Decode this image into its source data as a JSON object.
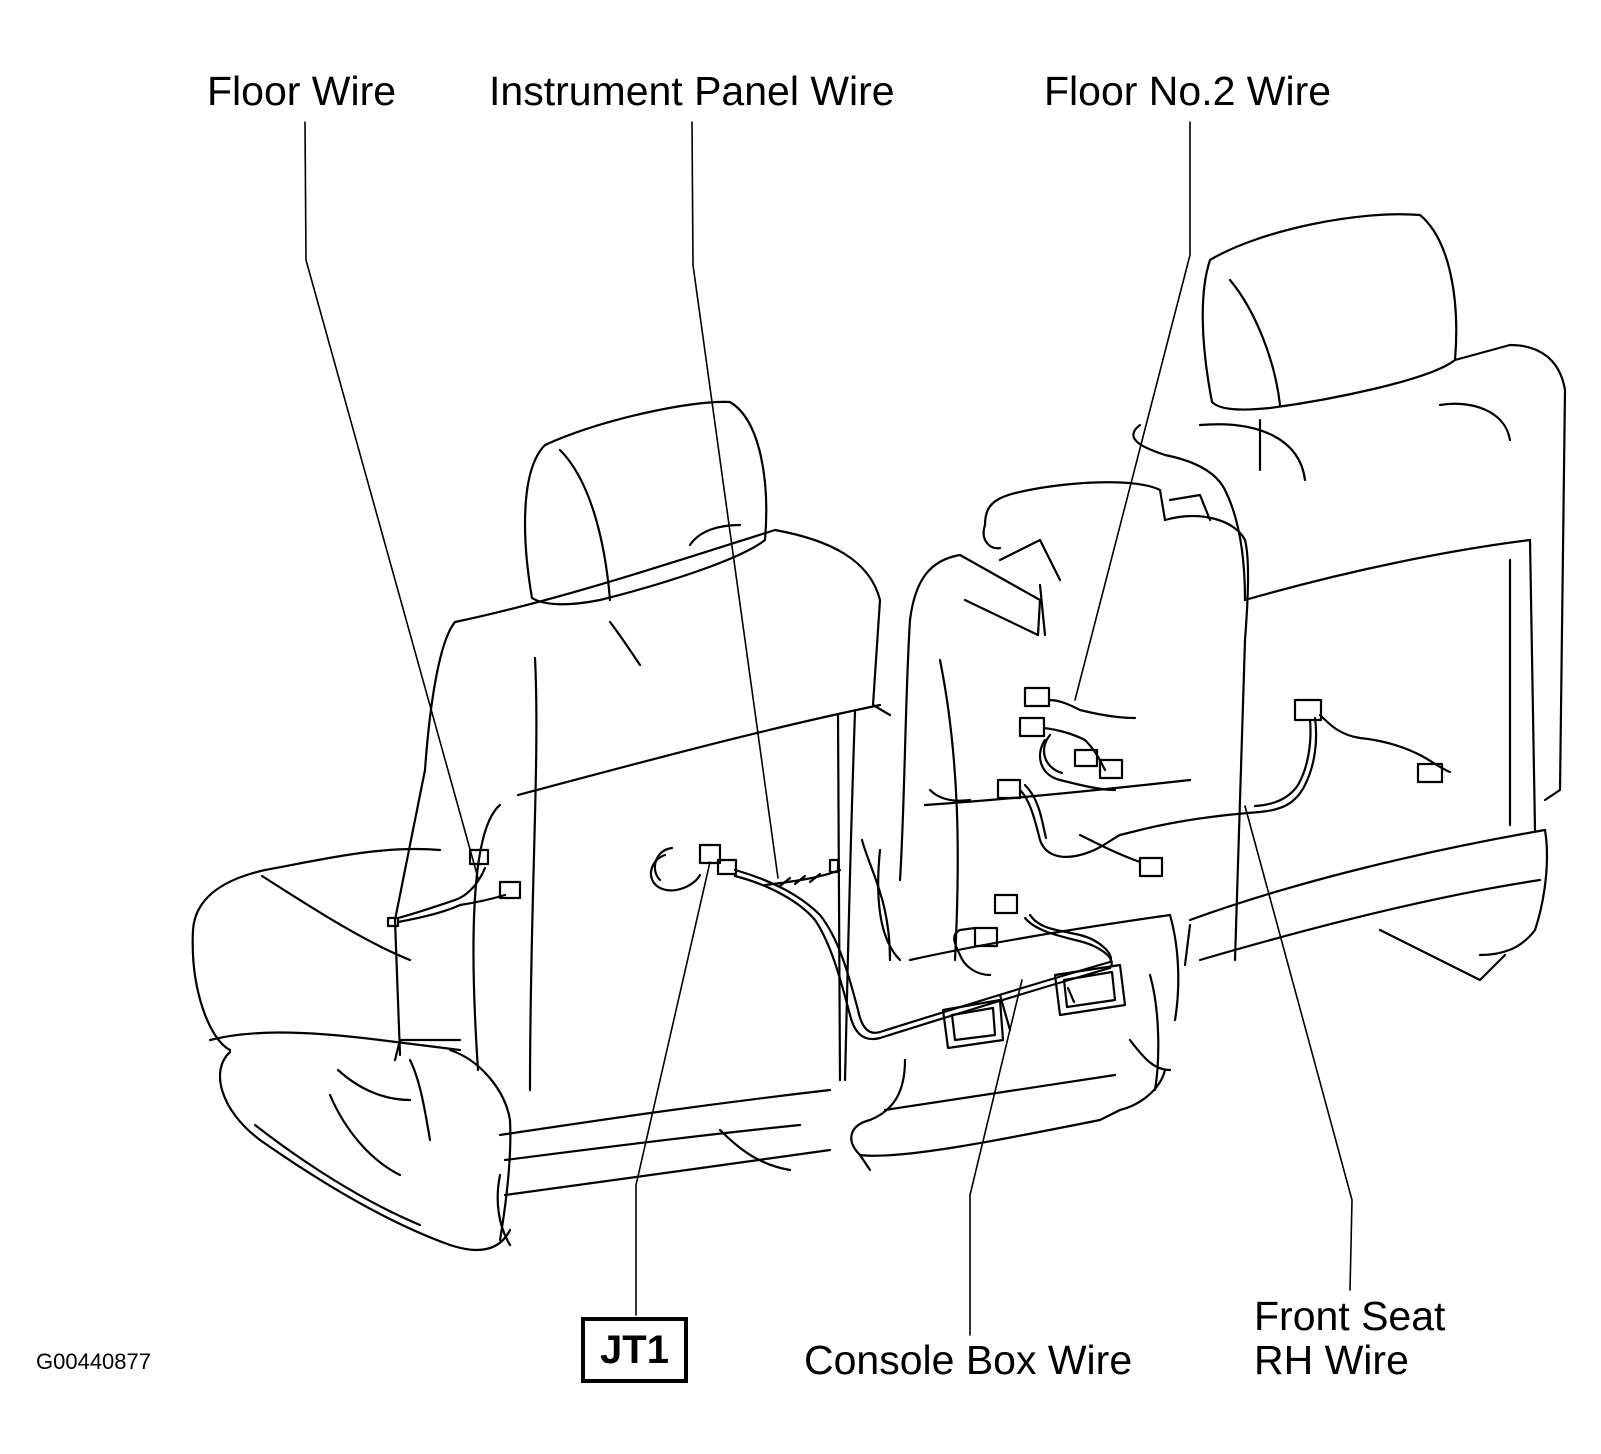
{
  "labels": {
    "floor_wire": "Floor Wire",
    "instrument_panel_wire": "Instrument Panel Wire",
    "floor_no2_wire": "Floor No.2 Wire",
    "console_box_wire": "Console Box Wire",
    "front_seat_rh_wire_line1": "Front Seat",
    "front_seat_rh_wire_line2": "RH Wire"
  },
  "connector_code": "JT1",
  "figure_id": "G00440877",
  "colors": {
    "line": "#000000",
    "background": "#ffffff"
  }
}
